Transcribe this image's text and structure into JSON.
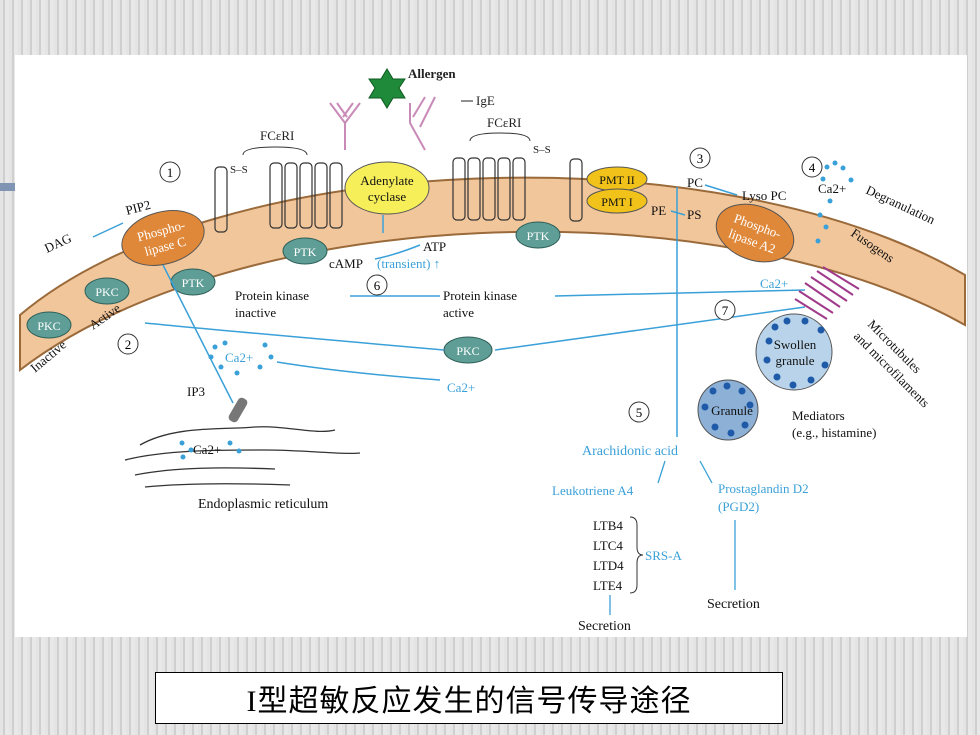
{
  "labels": {
    "allergen": "Allergen",
    "ige": "IgE",
    "fceri_left": "FCεRI",
    "fceri_right": "FCεRI",
    "ss_left": "S–S",
    "ss_right": "S–S",
    "adenylate_cyclase_line1": "Adenylate",
    "adenylate_cyclase_line2": "cyclase",
    "pmt2": "PMT II",
    "pmt1": "PMT I",
    "pc": "PC",
    "lyso_pc": "Lyso PC",
    "pe": "PE",
    "ps": "PS",
    "ca_top": "Ca2+",
    "degranulation": "Degranulation",
    "fusogens": "Fusogens",
    "pip2": "PIP2",
    "dag": "DAG",
    "plc_line1": "Phospho-",
    "plc_line2": "lipase C",
    "pla2_line1": "Phospho-",
    "pla2_line2": "lipase A2",
    "ptk": "PTK",
    "pkc": "PKC",
    "atp": "ATP",
    "camp": "cAMP",
    "transient": "(transient) ↑",
    "pk_inactive_line1": "Protein kinase",
    "pk_inactive_line2": "inactive",
    "pk_active_line1": "Protein kinase",
    "pk_active_line2": "active",
    "inactive": "Inactive",
    "active": "Active",
    "ca_mid": "Ca2+",
    "ca_mid_arrow": "Ca2+",
    "ca_er": "Ca2+",
    "ca_granule": "Ca2+",
    "ip3": "IP3",
    "er": "Endoplasmic reticulum",
    "swollen_line1": "Swollen",
    "swollen_line2": "granule",
    "granule": "Granule",
    "microtubules": "Microtubules",
    "microfilaments": "and microfilaments",
    "mediators_line1": "Mediators",
    "mediators_line2": "(e.g., histamine)",
    "arachidonic": "Arachidonic acid",
    "leukotriene": "Leukotriene A4",
    "prostaglandin": "Prostaglandin D2",
    "pgd2": "(PGD2)",
    "ltb4": "LTB4",
    "ltc4": "LTC4",
    "ltd4": "LTD4",
    "lte4": "LTE4",
    "srsa": "SRS-A",
    "secretion_left": "Secretion",
    "secretion_right": "Secretion",
    "n1": "1",
    "n2": "2",
    "n3": "3",
    "n4": "4",
    "n5": "5",
    "n6": "6",
    "n7": "7"
  },
  "caption": "I型超敏反应发生的信号传导途径",
  "colors": {
    "membrane": "#f2c69b",
    "membrane_edge": "#9a6a3a",
    "enzyme_orange": "#e0883a",
    "teal": "#5f9e96",
    "yellow": "#f7ef5a",
    "pmt_yellow": "#f0c21a",
    "blue_text": "#3aa0d8",
    "allergen": "#1e8a3a",
    "ige": "#c98ab8"
  }
}
